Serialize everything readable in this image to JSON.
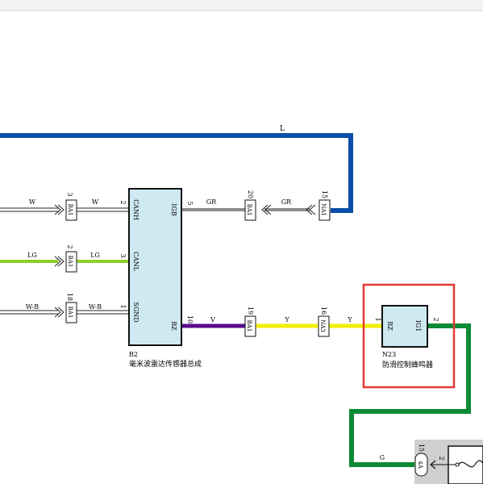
{
  "colors": {
    "blue": "#0a4fa8",
    "gray": "#8c8c8c",
    "green_light": "#8fce2b",
    "purple": "#5a0a8c",
    "yellow": "#f2ee00",
    "green_dark": "#0a8a34",
    "module_fill": "#cfe9f2",
    "highlight": "#e53935"
  },
  "wires": {
    "l": "L",
    "w1": "W",
    "w2": "W",
    "gr1": "GR",
    "gr2": "GR",
    "lg1": "LG",
    "lg2": "LG",
    "wb1": "W-B",
    "wb2": "W-B",
    "v": "V",
    "y1": "Y",
    "y2": "Y",
    "g": "G"
  },
  "pins": {
    "w_conn": "3",
    "w_mod": "2",
    "lg_conn": "2",
    "lg_mod": "3",
    "wb_conn": "18",
    "wb_mod": "1",
    "gr_mod": "5",
    "gr_conn": "20",
    "l_conn": "15",
    "v_mod": "10",
    "v_conn": "19",
    "y_conn": "16",
    "n23_in": "1",
    "n23_out": "2",
    "g_conn": "15",
    "fuse_pin": "2"
  },
  "connectors": {
    "w": "BA1",
    "lg": "BA1",
    "wb": "BA1",
    "gr": "BA1",
    "l": "NA1",
    "v": "BA1",
    "y": "NA3",
    "g": "4A"
  },
  "module_b2": {
    "id": "B2",
    "name": "毫米波雷达传感器总成",
    "pin_canh": "CANH",
    "pin_canl": "CANL",
    "pin_sgnd": "SGND",
    "pin_igb": "IGB",
    "pin_bz": "BZ"
  },
  "module_n23": {
    "id": "N23",
    "name": "防滑控制蜂鸣器",
    "pin_bz": "BZ",
    "pin_ig1": "IG1"
  }
}
